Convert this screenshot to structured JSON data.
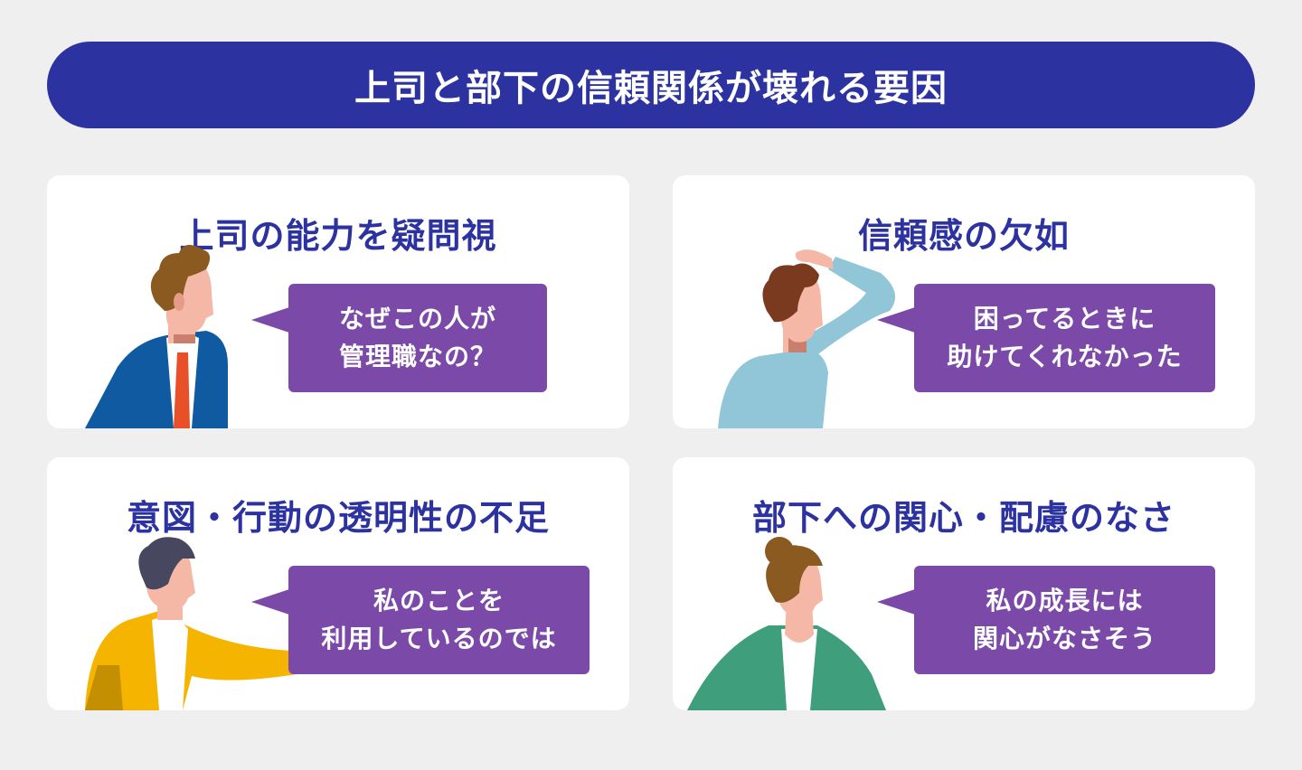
{
  "header": {
    "title": "上司と部下の信頼関係が壊れる要因"
  },
  "cards": [
    {
      "title": "上司の能力を疑問視",
      "speech_line1": "なぜこの人が",
      "speech_line2": "管理職なの？"
    },
    {
      "title": "信頼感の欠如",
      "speech_line1": "困ってるときに",
      "speech_line2": "助けてくれなかった"
    },
    {
      "title": "意図・行動の透明性の不足",
      "speech_line1": "私のことを",
      "speech_line2": "利用しているのでは"
    },
    {
      "title": "部下への関心・配慮のなさ",
      "speech_line1": "私の成長には",
      "speech_line2": "関心がなさそう"
    }
  ],
  "colors": {
    "banner": "#2c32a0",
    "title_text": "#2c32a0",
    "bubble": "#7b4aa8",
    "background": "#efefef"
  }
}
